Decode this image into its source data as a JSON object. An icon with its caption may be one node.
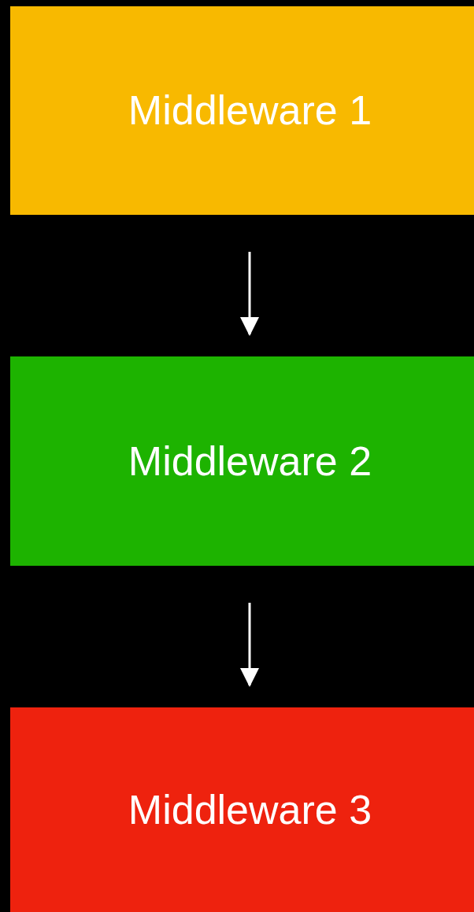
{
  "diagram": {
    "nodes": [
      {
        "text": [
          "Middleware 1"
        ]
      },
      {
        "text": [
          "Middleware 2"
        ]
      },
      {
        "text": [
          "Middleware 3"
        ]
      }
    ],
    "edges": [
      {
        "from": 0,
        "to": 1,
        "arrow": "to"
      },
      {
        "from": 1,
        "to": 2,
        "arrow": "to"
      }
    ]
  }
}
